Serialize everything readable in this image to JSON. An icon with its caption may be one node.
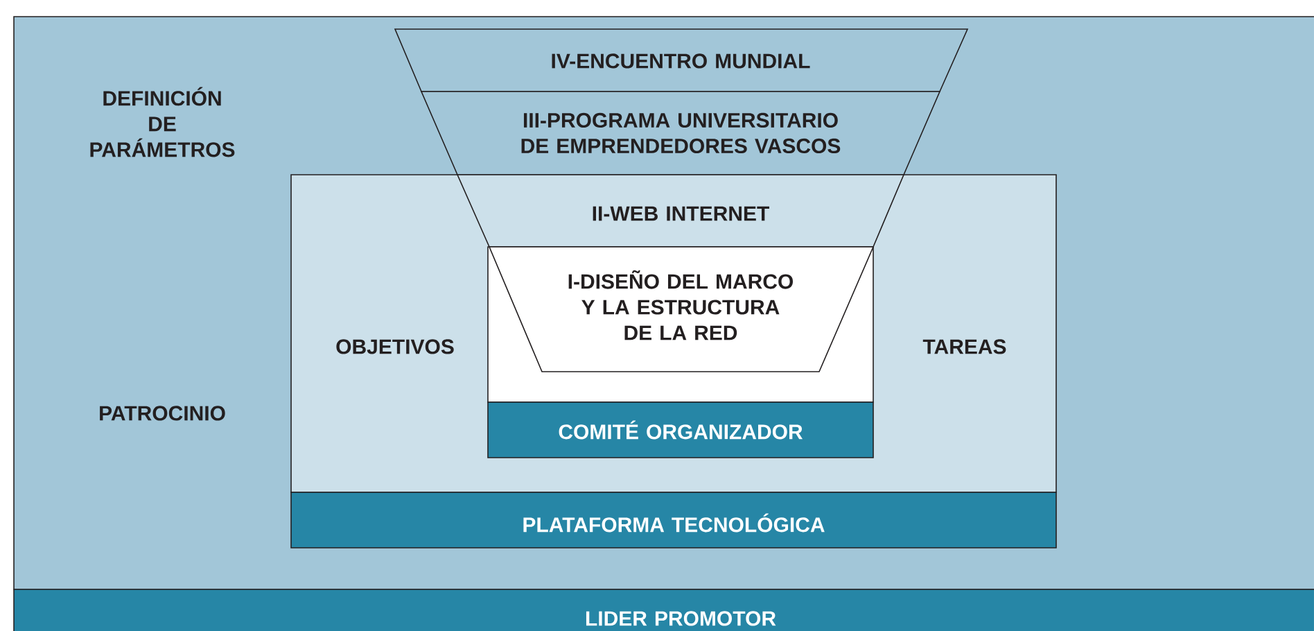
{
  "diagram": {
    "nodes": [
      {
        "text": [
          "DEFINICIÓN DE PARÁMETROS",
          "PATROCINIO"
        ]
      },
      {
        "text": [
          "OBJETIVOS",
          "TAREAS"
        ],
        "in": 0
      },
      {
        "text": [
          "IV-ENCUENTRO MUNDIAL"
        ],
        "in": 0
      },
      {
        "text": [
          "III-PROGRAMA UNIVERSITARIO DE EMPRENDEDORES VASCOS"
        ],
        "in": 0
      },
      {
        "text": [
          "II-WEB INTERNET"
        ],
        "in": 1
      },
      {
        "text": [],
        "shape": "box",
        "in": 1
      },
      {
        "text": [
          "I-DISEÑO DEL MARCO Y LA ESTRUCTURA DE LA RED"
        ],
        "in": 5
      },
      {
        "text": [
          "COMITÉ ORGANIZADOR"
        ],
        "in": 1
      },
      {
        "text": [
          "PLATAFORMA TECNOLÓGICA"
        ],
        "in": 0
      },
      {
        "text": [
          "LIDER PROMOTOR"
        ]
      }
    ]
  }
}
